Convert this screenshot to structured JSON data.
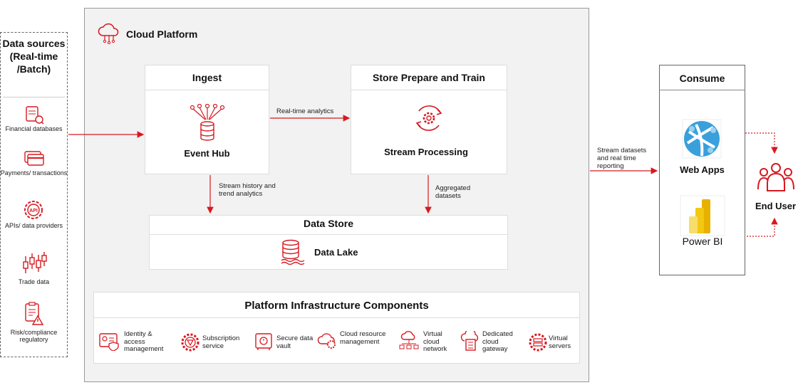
{
  "data_sources": {
    "title": "Data sources (Real-time /Batch)",
    "items": [
      {
        "label": "Financial databases",
        "icon": "database-doc-icon"
      },
      {
        "label": "Payments/ transactions",
        "icon": "credit-card-icon"
      },
      {
        "label": "APIs/ data providers",
        "icon": "api-gear-icon"
      },
      {
        "label": "Trade data",
        "icon": "candlestick-icon"
      },
      {
        "label": "Risk/compliance regulatory",
        "icon": "compliance-doc-icon"
      }
    ]
  },
  "cloud_platform": {
    "title": "Cloud Platform",
    "ingest": {
      "title": "Ingest",
      "component": "Event Hub"
    },
    "store": {
      "title": "Store Prepare and Train",
      "component": "Stream Processing"
    },
    "data_store": {
      "title": "Data Store",
      "component": "Data Lake"
    },
    "arrows": {
      "realtime": "Real-time analytics",
      "history": "Stream history and trend analytics",
      "aggregated": "Aggregated datasets"
    },
    "infrastructure": {
      "title": "Platform Infrastructure Components",
      "items": [
        {
          "label": "Identity & access management",
          "icon": "id-card-icon"
        },
        {
          "label": "Subscription service",
          "icon": "subscription-gear-icon"
        },
        {
          "label": "Secure data vault",
          "icon": "vault-icon"
        },
        {
          "label": "Cloud resource management",
          "icon": "cloud-gear-icon"
        },
        {
          "label": "Virtual cloud network",
          "icon": "network-cloud-icon"
        },
        {
          "label": "Dedicated cloud gateway",
          "icon": "gateway-cloud-icon"
        },
        {
          "label": "Virtual servers",
          "icon": "server-gear-icon"
        }
      ]
    }
  },
  "to_consume_label": "Stream datasets and real time reporting",
  "consume": {
    "title": "Consume",
    "web_apps": "Web Apps",
    "power_bi": "Power BI"
  },
  "end_user": "End User",
  "colors": {
    "accent": "#d71920",
    "web_blue": "#3aa0dc",
    "bi_yellow": "#f2c811"
  }
}
